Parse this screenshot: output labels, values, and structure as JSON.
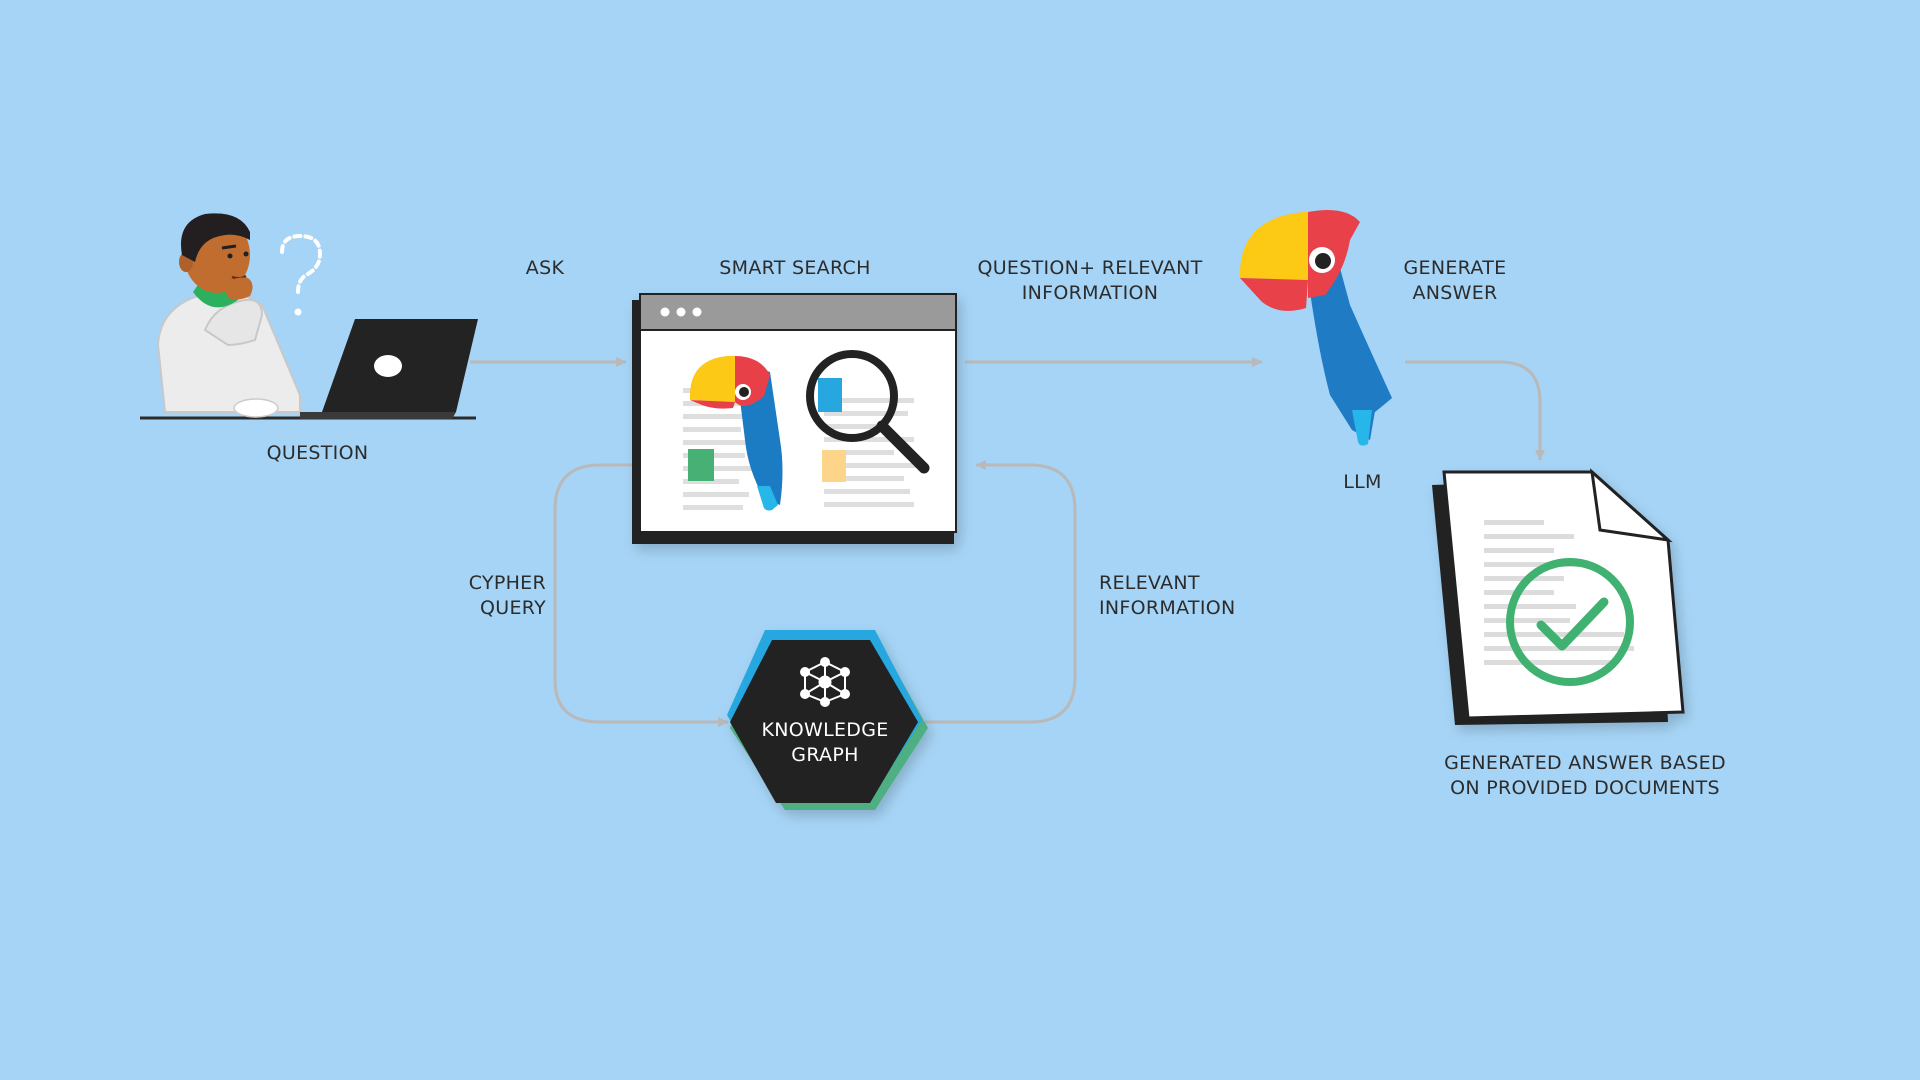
{
  "labels": {
    "question": "QUESTION",
    "ask": "ASK",
    "smart_search": "SMART SEARCH",
    "question_relevant_line1": "QUESTION+ RELEVANT",
    "question_relevant_line2": "INFORMATION",
    "generate_answer_line1": "GENERATE",
    "generate_answer_line2": "ANSWER",
    "llm": "LLM",
    "cypher_query_line1": "CYPHER",
    "cypher_query_line2": "QUERY",
    "relevant_information_line1": "RELEVANT",
    "relevant_information_line2": "INFORMATION",
    "knowledge_graph_line1": "KNOWLEDGE",
    "knowledge_graph_line2": "GRAPH",
    "generated_answer_line1": "GENERATED ANSWER BASED",
    "generated_answer_line2": "ON PROVIDED DOCUMENTS"
  },
  "icons": {
    "person": "person-thinking-icon",
    "laptop": "laptop-icon",
    "question_mark": "question-mark-icon",
    "browser": "browser-window-icon",
    "parrot": "parrot-icon",
    "magnifier": "magnifying-glass-icon",
    "graph": "knowledge-graph-icon",
    "document": "document-icon",
    "check": "check-circle-icon"
  },
  "colors": {
    "background": "#a6d4f6",
    "arrow": "#b9b9b9",
    "dark": "#232323",
    "parrot_red": "#e8414a",
    "parrot_yellow": "#fcc914",
    "parrot_blue": "#1f7bc3",
    "parrot_cyan": "#27b6ea",
    "check_green": "#3fb170",
    "hex_blue": "#27a7e0",
    "hex_green": "#4daf82"
  }
}
